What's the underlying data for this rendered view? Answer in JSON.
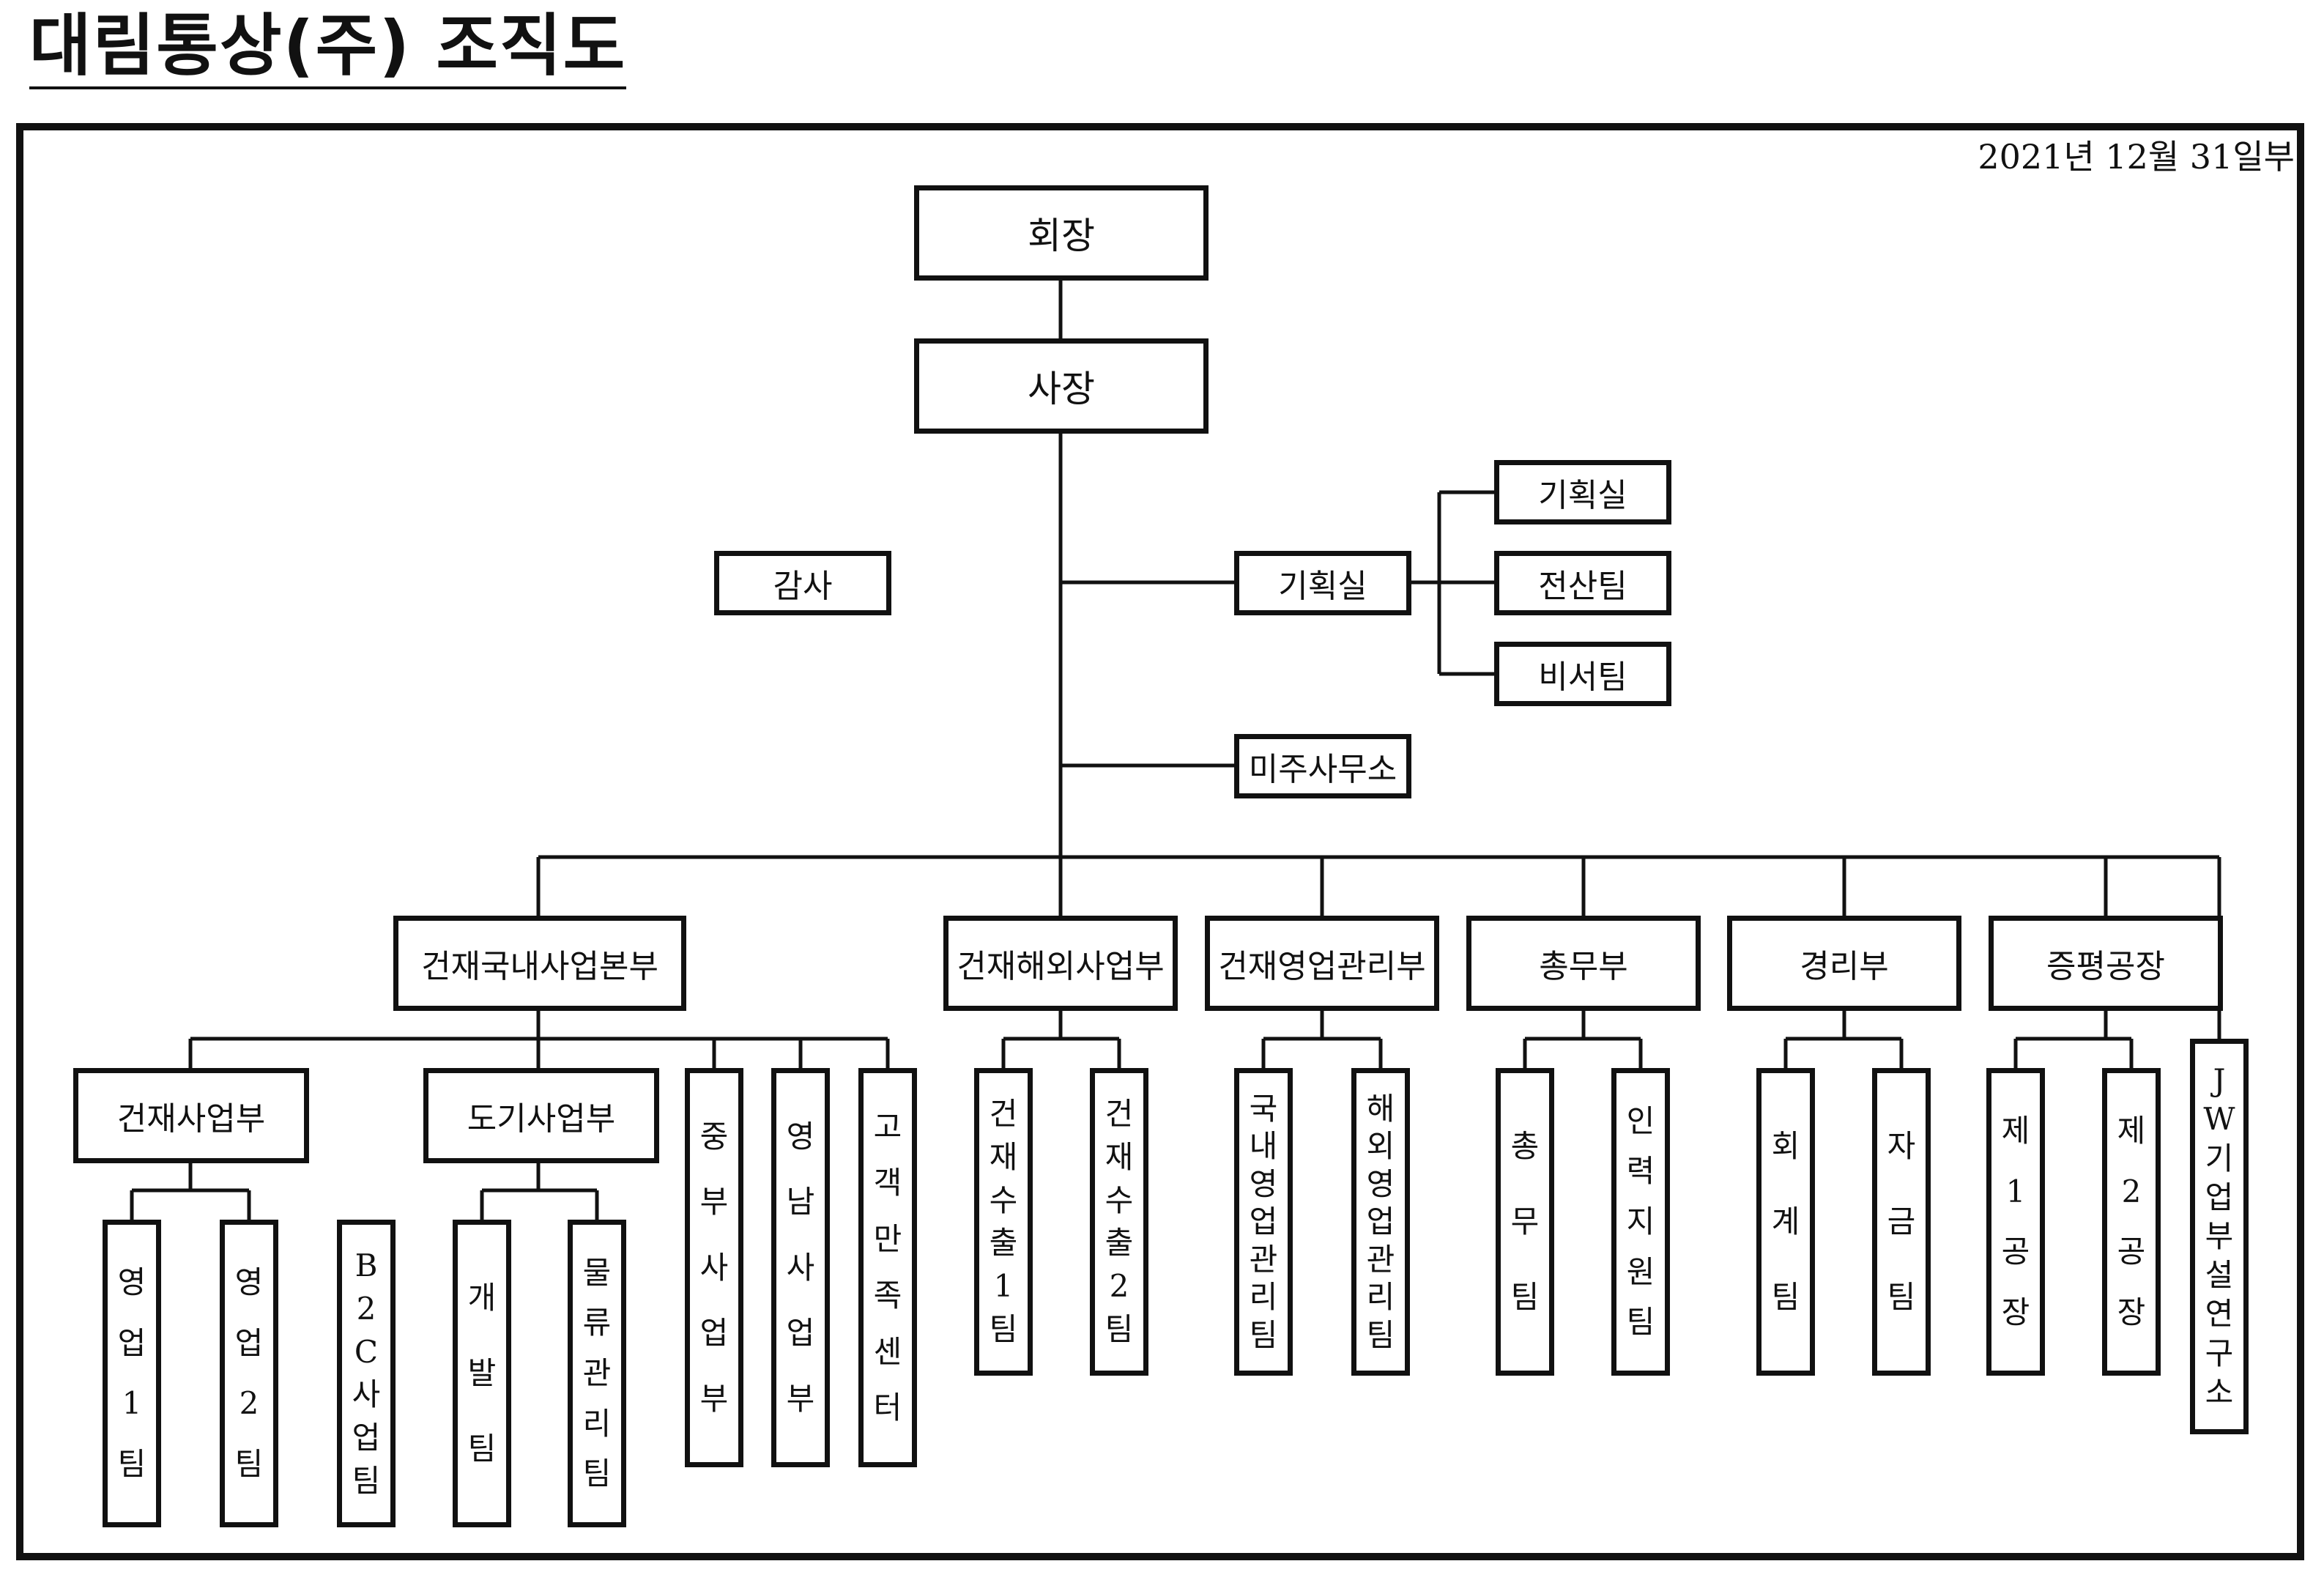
{
  "title": "대림통상(주) 조직도",
  "date": "2021년 12월 31일부",
  "top": [
    "회장",
    "사장"
  ],
  "audit": "감사",
  "staff": {
    "planning": "기획실",
    "planning_subs": [
      "기획실",
      "전산팀",
      "비서팀"
    ],
    "us_office": "미주사무소"
  },
  "divisions": [
    "건재국내사업본부",
    "건재해외사업부",
    "건재영업관리부",
    "총무부",
    "경리부",
    "증평공장"
  ],
  "domestic_subs": [
    "건재사업부",
    "도기사업부"
  ],
  "domestic_vertical": [
    "중부사업부",
    "영남사업부",
    "고객만족센터"
  ],
  "building_teams": [
    "영업1팀",
    "영업2팀",
    "B2C사업팀"
  ],
  "ceramic_teams": [
    "개발팀",
    "물류관리팀"
  ],
  "overseas_teams": [
    "건재수출1팀",
    "건재수출2팀"
  ],
  "sales_mgmt_teams": [
    "국내영업관리팀",
    "해외영업관리팀"
  ],
  "general_teams": [
    "총무팀",
    "인력지원팀"
  ],
  "accounting_teams": [
    "회계팀",
    "자금팀"
  ],
  "factory_units": [
    "제1공장",
    "제2공장"
  ],
  "research": "JW기업부설연구소"
}
